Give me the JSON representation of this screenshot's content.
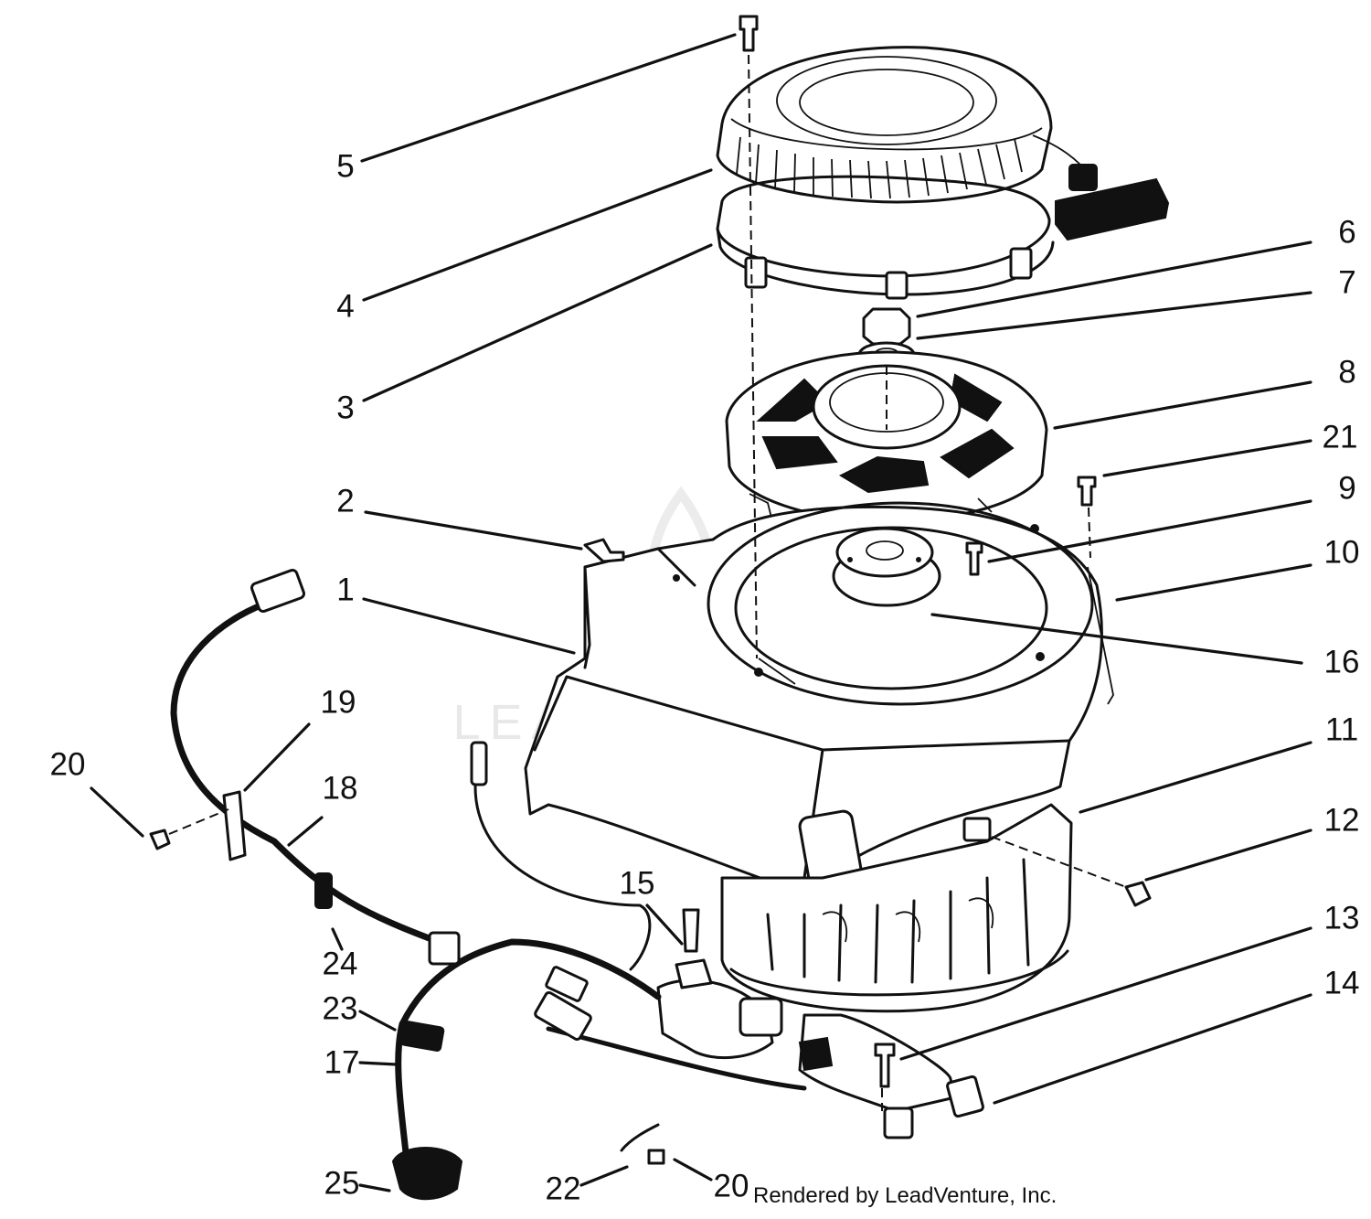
{
  "watermark": {
    "text": "LEADVENTURE"
  },
  "footer": {
    "credit": "Rendered by LeadVenture, Inc."
  },
  "callouts": [
    "1",
    "2",
    "3",
    "4",
    "5",
    "6",
    "7",
    "8",
    "9",
    "10",
    "11",
    "12",
    "13",
    "14",
    "15",
    "16",
    "17",
    "18",
    "19",
    "20",
    "20",
    "21",
    "22",
    "23",
    "24",
    "25"
  ]
}
